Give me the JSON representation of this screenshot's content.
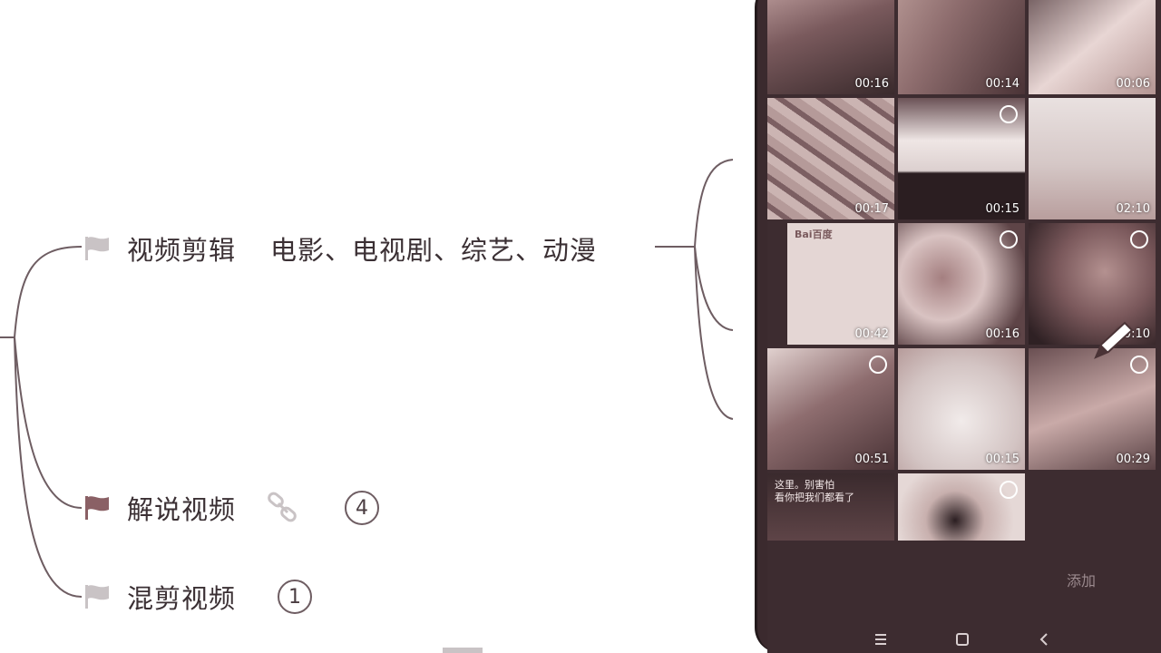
{
  "mindmap": {
    "nodes": [
      {
        "label": "视频剪辑",
        "detail": "电影、电视剧、综艺、动漫",
        "flag_color": "#c9c3c5"
      },
      {
        "label": "解说视频",
        "badge": "4",
        "flag_color": "#8a6065"
      },
      {
        "label": "混剪视频",
        "badge": "1",
        "flag_color": "#c9c3c5"
      }
    ]
  },
  "phone": {
    "tiles": [
      {
        "duration": "00:16"
      },
      {
        "duration": "00:14"
      },
      {
        "duration": "00:06"
      },
      {
        "duration": "00:17"
      },
      {
        "duration": "00:15"
      },
      {
        "duration": "02:10"
      },
      {
        "duration": "00:42"
      },
      {
        "duration": "00:16"
      },
      {
        "duration": "00:10"
      },
      {
        "duration": "00:51"
      },
      {
        "duration": "00:15"
      },
      {
        "duration": "00:29"
      },
      {
        "duration": ""
      },
      {
        "duration": ""
      }
    ],
    "add_label": "添加",
    "tile_captions": [
      "Bai百度",
      "这里。别害怕\n看你把我们都看了"
    ]
  },
  "colors": {
    "phone_bg": "#3d2c30",
    "line": "#6e5d62",
    "accent_flag": "#8a6065"
  }
}
